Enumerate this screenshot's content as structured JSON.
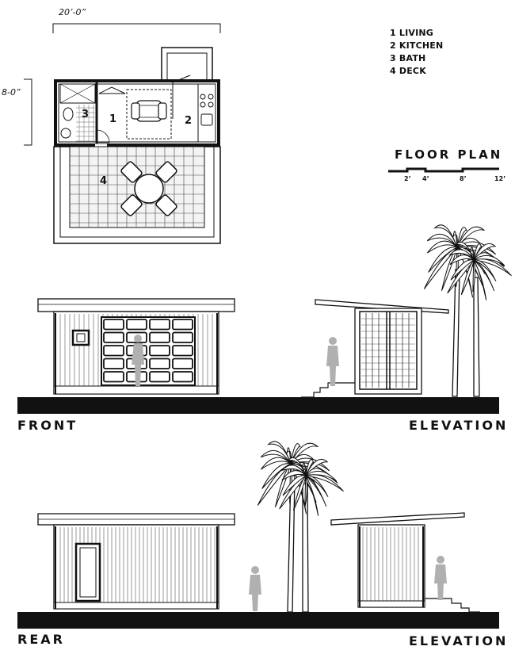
{
  "dimensions": {
    "width_label": "20’-0”",
    "height_label": "8-0”"
  },
  "legend": [
    "1 LIVING",
    "2 KITCHEN",
    "3 BATH",
    "4 DECK"
  ],
  "room_numbers": {
    "living": "1",
    "kitchen": "2",
    "bath": "3",
    "deck": "4"
  },
  "floor_plan": {
    "title": "FLOOR PLAN",
    "scale_labels": [
      "2’",
      "4’",
      "8’",
      "12’"
    ]
  },
  "elevations": {
    "front_label": "FRONT",
    "rear_label": "REAR",
    "elevation_word_top": "ELEVATION",
    "elevation_word_bottom": "ELEVATION"
  },
  "colors": {
    "ink": "#111111",
    "ground": "#111111",
    "paving": "#f2f2f2",
    "silhouette": "#b0b0b0"
  }
}
